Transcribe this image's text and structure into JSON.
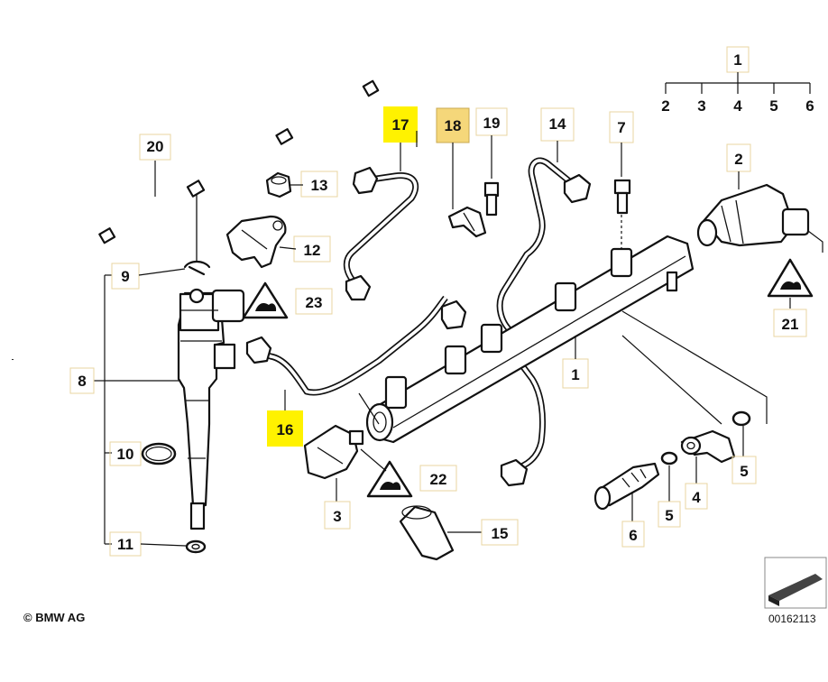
{
  "labels": {
    "p1_top": "1",
    "p2_top": "2",
    "p3_top": "3",
    "p4_top": "4",
    "p5_top": "5",
    "p6_top": "6",
    "p2": "2",
    "p7": "7",
    "p14": "14",
    "p19": "19",
    "p18": "18",
    "p17": "17",
    "p20": "20",
    "p13": "13",
    "p12": "12",
    "p23": "23",
    "p9": "9",
    "p8": "8",
    "p10": "10",
    "p11": "11",
    "p16": "16",
    "p3": "3",
    "p22": "22",
    "p15": "15",
    "p1": "1",
    "p21": "21",
    "p5a": "5",
    "p5b": "5",
    "p4": "4",
    "p6": "6"
  },
  "highlight_color": "#fff200",
  "highlight_boxed_color": "#f5d77a",
  "footer": {
    "copyright": "© BMW AG",
    "diagram_id": "00162113"
  },
  "icons": [
    "warning-triangle-icon",
    "bmw-diagram-corner-icon"
  ]
}
